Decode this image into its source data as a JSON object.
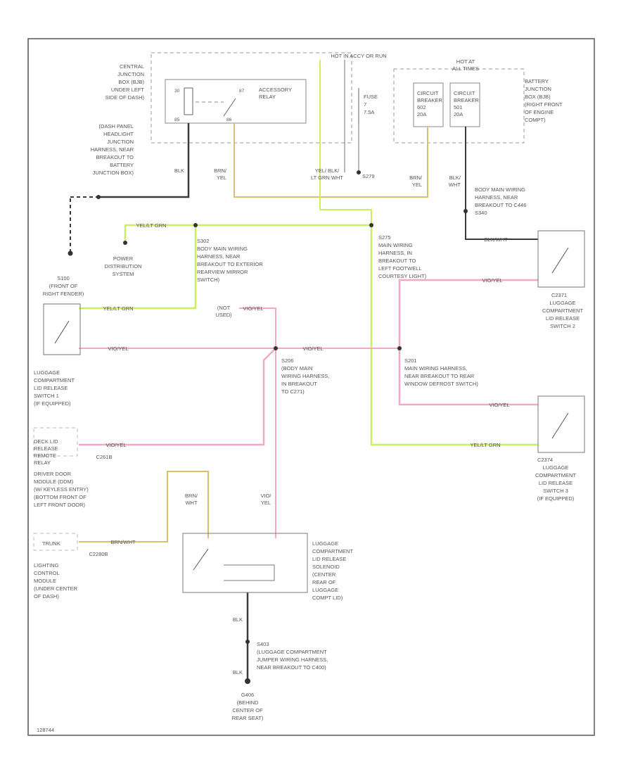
{
  "colors": {
    "blk": "#3a3a3a",
    "brn_yel": "#d8c070",
    "yel_grn": "#c8f060",
    "vio_yel": "#f4a8c8",
    "yel_blk_lt_grn_wht": "#c8f060",
    "brn_wht": "#d8c070",
    "box": "#888888"
  },
  "labels": {
    "cjb": [
      "CENTRAL",
      "JUNCTION",
      "BOX (BJB)",
      "UNDER LEFT",
      "SIDE OF DASH)"
    ],
    "dash_panel": [
      "(DASH PANEL",
      "HEADLIGHT",
      "JUNCTION",
      "HARNESS, NEAR",
      "BREAKOUT TO",
      "BATTERY",
      "JUNCTION BOX)"
    ],
    "hot_acc": "HOT IN ACCY OR RUN",
    "accessory_relay": [
      "ACCESSORY",
      "RELAY"
    ],
    "relay_pins": [
      "30",
      "87",
      "85",
      "86"
    ],
    "fuse": [
      "FUSE",
      "7",
      "7.5A"
    ],
    "cb1": [
      "CIRCUIT",
      "BREAKER",
      "602",
      "20A"
    ],
    "cb2": [
      "CIRCUIT",
      "BREAKER",
      "501",
      "20A"
    ],
    "hot_at_all_times": [
      "HOT AT",
      "ALL TIMES"
    ],
    "bjb": [
      "BATTERY",
      "JUNCTION",
      "BOX (BJB)",
      "(RIGHT FRONT",
      "OF ENGINE",
      "COMPT)"
    ],
    "s279": "S279",
    "w_blk": "BLK",
    "w_brn_yel": [
      "BRN/",
      "YEL"
    ],
    "w_yel_blk": [
      "YEL/ BLK/",
      "LT GRN WHT"
    ],
    "w_brn_yel2": [
      "BRN/",
      "YEL"
    ],
    "w_blk_wht": [
      "BLK/",
      "WHT"
    ],
    "body_main_top": [
      "BODY MAIN WIRING",
      "HARNESS, NEAR",
      "BREAKOUT TO C446",
      "S340"
    ],
    "w_yel_grn_top": "YEL/LT GRN",
    "power_dist": [
      "POWER",
      "DISTRIBUTION",
      "SYSTEM"
    ],
    "s302": [
      "S302",
      "BODY MAIN WIRING",
      "HARNESS, NEAR",
      "BREAKOUT TO EXTERIOR",
      "REARVIEW MIRROR",
      "SWITCH)"
    ],
    "s275": [
      "S275",
      "MAIN WIRING",
      "HARNESS, IN",
      "BREAKOUT TO",
      "LEFT FOOTWELL",
      "COURTESY LIGHT)"
    ],
    "w_blk_wht_c": "BLK/WHT",
    "s100": [
      "S100",
      "(FRONT OF",
      "RIGHT FENDER)"
    ],
    "w_yel_grn_mid": "YEL/LT GRN",
    "w_vio_yel_a": "VIO/YEL",
    "not_used": [
      "(NOT",
      "USED)"
    ],
    "w_vio_yel_b": "VIO/YEL",
    "w_vio_yel_c": "VIO/YEL",
    "c2371": "C2371",
    "switch2": [
      "LUGGAGE",
      "COMPARTMENT",
      "LID RELEASE",
      "SWITCH 2"
    ],
    "w_vio_yel_left": "VIO/YEL",
    "w_vio_yel_mid2": "VIO/YEL",
    "switch1": [
      "LUGGAGE",
      "COMPARTMENT",
      "LID RELEASE",
      "SWITCH 1",
      "(IF EQUIPPED)"
    ],
    "s206": [
      "S206",
      "(BODY MAIN",
      "WIRING HARNESS,",
      "IN BREAKOUT",
      "TO C271)"
    ],
    "s201": [
      "S201",
      "MAIN WIRING HARNESS,",
      "NEAR BREAKOUT TO REAR",
      "WINDOW DEFROST SWITCH)"
    ],
    "w_vio_yel_s201": "VIO/YEL",
    "deck_lid": [
      "DECK LID",
      "RELEASE",
      "REMOTE",
      "RELAY"
    ],
    "w_vio_yel_deck": "VIO/YEL",
    "c261b": "C261B",
    "driver_door": [
      "DRIVER DOOR",
      "MODULE (DDM)",
      "(W/ KEYLESS ENTRY)",
      "(BOTTOM FRONT OF",
      "LEFT FRONT DOOR)"
    ],
    "w_yel_grn_bot": "YEL/LT GRN",
    "c2374": "C2374",
    "switch3": [
      "LUGGAGE",
      "COMPARTMENT",
      "LID RELEASE",
      "SWITCH 3",
      "(IF EQUIPPED)"
    ],
    "w_brn_wht": [
      "BRN/",
      "WHT"
    ],
    "w_vio_yel_sol": [
      "VIO/",
      "YEL"
    ],
    "trunk": "TRUNK",
    "w_brn_wht_h": "BRN/WHT",
    "c2280b": "C2280B",
    "lighting": [
      "LIGHTING",
      "CONTROL",
      "MODULE",
      "(UNDER CENTER",
      "OF DASH)"
    ],
    "solenoid": [
      "LUGGAGE",
      "COMPARTMENT",
      "LID RELEASE",
      "SOLENOID",
      "(CENTER",
      "REAR OF",
      "LUGGAGE",
      "COMPT LID)"
    ],
    "w_blk_bot": "BLK",
    "s403": [
      "S403",
      "(LUGGAGE COMPARTMENT",
      "JUMPER WIRING HARNESS,",
      "NEAR BREAKOUT TO C400)"
    ],
    "w_blk_bot2": "BLK",
    "g406": [
      "G406",
      "(BEHIND",
      "CENTER OF",
      "REAR SEAT)"
    ],
    "fig_id": "128744"
  }
}
